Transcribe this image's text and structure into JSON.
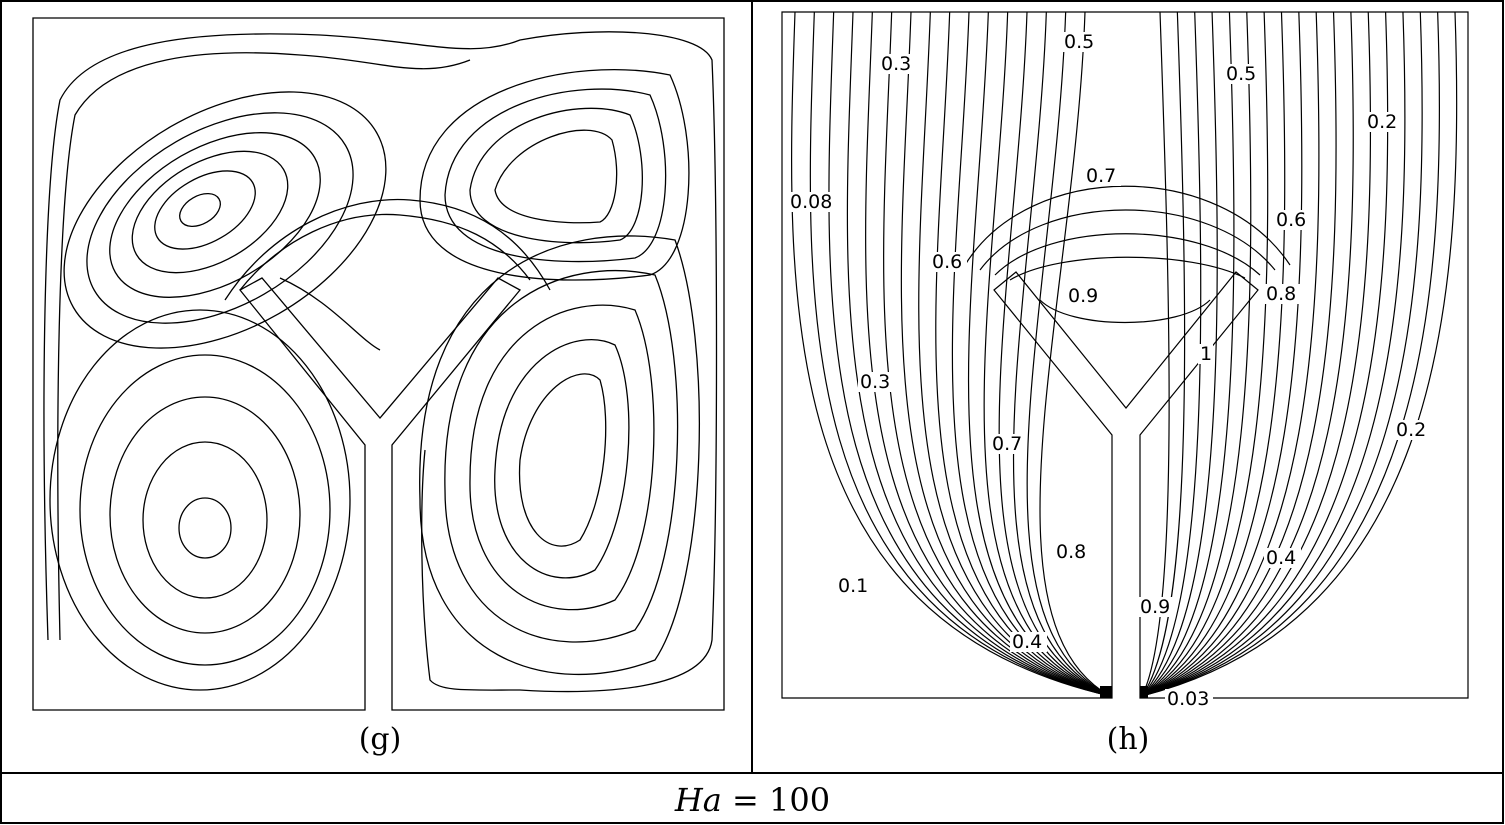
{
  "panels": [
    {
      "id": "g",
      "caption": "(g)"
    },
    {
      "id": "h",
      "caption": "(h)",
      "contour_labels": [
        "0.5",
        "0.3",
        "0.5",
        "0.2",
        "0.08",
        "0.7",
        "0.6",
        "0.6",
        "0.9",
        "0.8",
        "1",
        "0.3",
        "0.2",
        "0.7",
        "0.8",
        "0.4",
        "0.1",
        "0.9",
        "0.4",
        "0.03"
      ]
    }
  ],
  "parameter": {
    "name": "Ha",
    "equals": "=",
    "value": "100"
  }
}
